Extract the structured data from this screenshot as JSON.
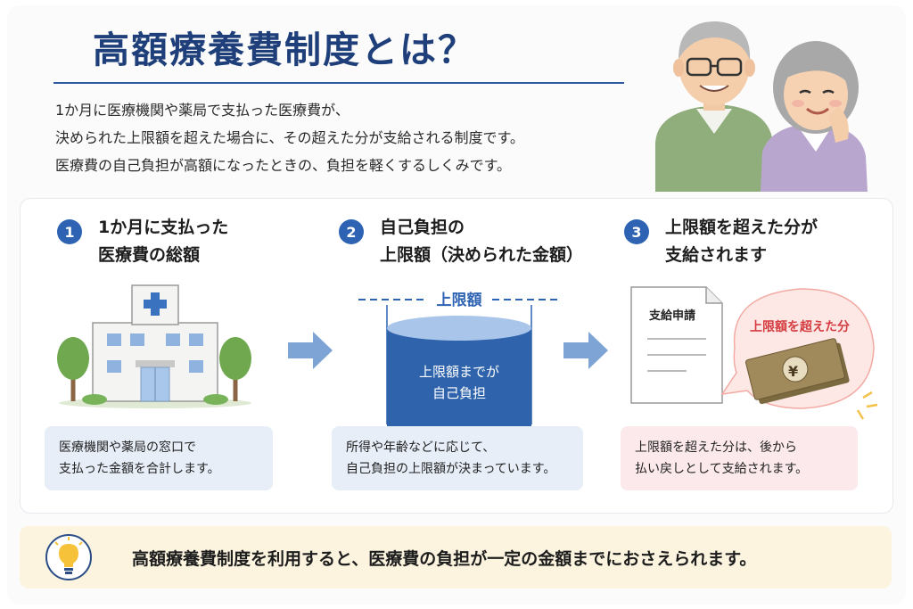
{
  "title": "高額療養費制度とは？",
  "intro": [
    "1か月に医療機関や薬局で支払った医療費が、",
    "決められた上限額を超えた場合に、その超えた分が支給される制度です。",
    "医療費の自己負担が高額になったときの、負担を軽くするしくみです。"
  ],
  "steps": [
    {
      "num": "1",
      "title": [
        "1か月に支払った",
        "医療費の総額"
      ],
      "note": [
        "医療機関や薬局の窓口で",
        "支払った金額を合計します。"
      ]
    },
    {
      "num": "2",
      "title": [
        "自己負担の",
        "上限額（決められた金額）"
      ],
      "cap_label": "上限額",
      "cylinder_text": [
        "上限額までが",
        "自己負担"
      ],
      "note": [
        "所得や年齢などに応じて、",
        "自己負担の上限額が決まっています。"
      ]
    },
    {
      "num": "3",
      "title": [
        "上限額を超えた分が",
        "支給されます"
      ],
      "doc_title": "支給申請",
      "bubble_label": "上限額を超えた分",
      "note": [
        "上限額を超えた分は、後から",
        "払い戻しとして支給されます。"
      ]
    }
  ],
  "bottom": "高額療養費制度を利用すると、医療費の負担が一定の金額までにおさえられます。",
  "colors": {
    "title": "#1f3f7a",
    "accent": "#2e62b2",
    "note_blue": "#e7eef8",
    "note_pink": "#fbe9eb",
    "highlight_red": "#d43c40",
    "bottom_bar": "#fcf4df"
  }
}
